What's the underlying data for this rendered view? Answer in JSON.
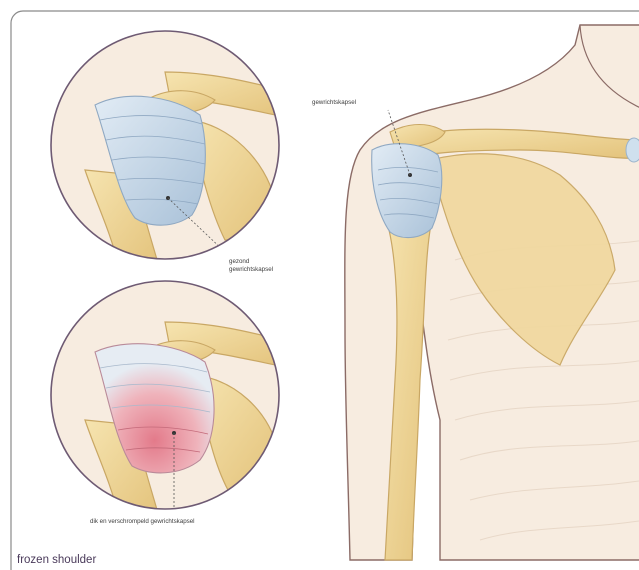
{
  "title": "frozen shoulder",
  "labels": {
    "capsule_main": "gewrichtskapsel",
    "healthy_line1": "gezond",
    "healthy_line2": "gewrichtskapsel",
    "thickened": "dik en verschrompeld gewrichtskapsel"
  },
  "colors": {
    "border": "#8a8a8a",
    "skin": "#f7ece0",
    "bone": "#efd79a",
    "capsule": "#c8d9e8",
    "inflamed": "#dc8a96"
  }
}
